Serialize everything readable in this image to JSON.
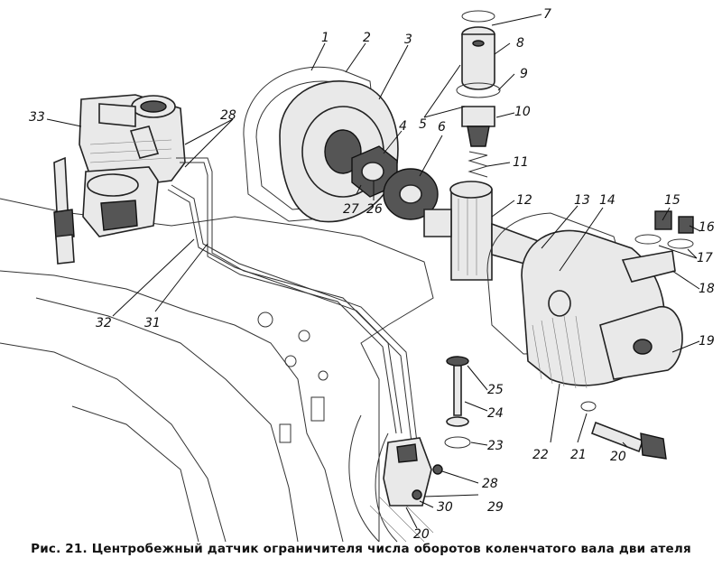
{
  "caption": "Рис. 21. Центробежный датчик ограничителя числа оборотов коленчатого вала дви ателя",
  "callouts": [
    "1",
    "2",
    "3",
    "4",
    "5",
    "6",
    "7",
    "8",
    "9",
    "10",
    "11",
    "12",
    "13",
    "14",
    "15",
    "16",
    "17",
    "18",
    "19",
    "20",
    "21",
    "22",
    "23",
    "24",
    "25",
    "26",
    "27",
    "28",
    "29",
    "30",
    "31",
    "32",
    "33"
  ]
}
